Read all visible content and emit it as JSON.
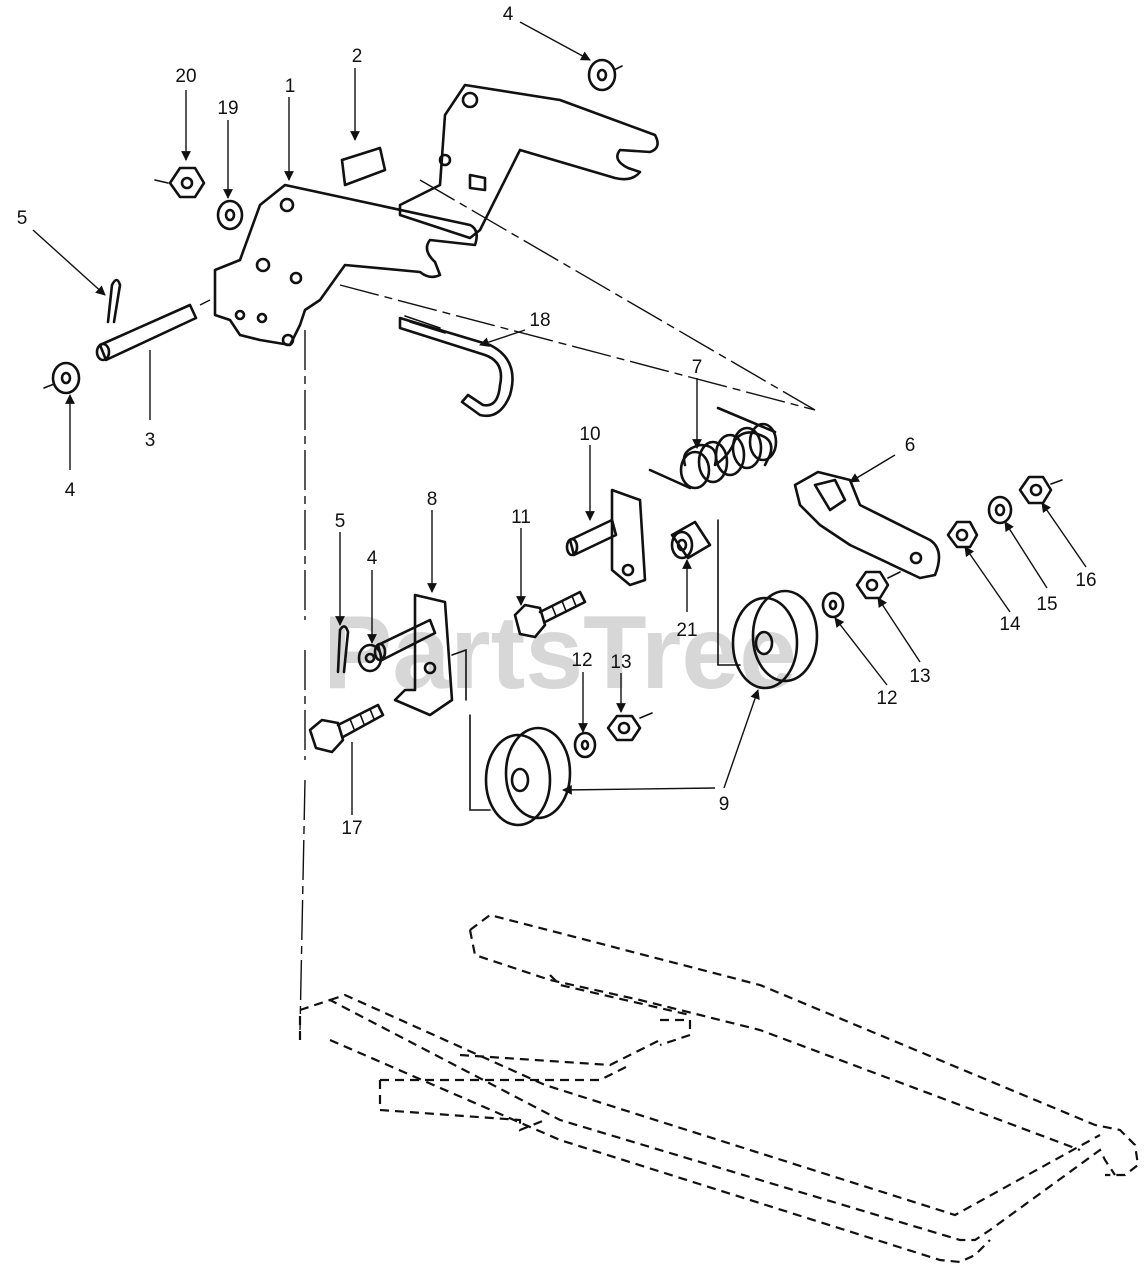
{
  "watermark": "PartsTree",
  "callouts": [
    {
      "id": "c4a",
      "text": "4"
    },
    {
      "id": "c2",
      "text": "2"
    },
    {
      "id": "c1",
      "text": "1"
    },
    {
      "id": "c20",
      "text": "20"
    },
    {
      "id": "c19",
      "text": "19"
    },
    {
      "id": "c5a",
      "text": "5"
    },
    {
      "id": "c3",
      "text": "3"
    },
    {
      "id": "c4b",
      "text": "4"
    },
    {
      "id": "c18",
      "text": "18"
    },
    {
      "id": "c7",
      "text": "7"
    },
    {
      "id": "c10",
      "text": "10"
    },
    {
      "id": "c6",
      "text": "6"
    },
    {
      "id": "c8",
      "text": "8"
    },
    {
      "id": "c5b",
      "text": "5"
    },
    {
      "id": "c4c",
      "text": "4"
    },
    {
      "id": "c11",
      "text": "11"
    },
    {
      "id": "c21",
      "text": "21"
    },
    {
      "id": "c13a",
      "text": "13"
    },
    {
      "id": "c12a",
      "text": "12"
    },
    {
      "id": "c17",
      "text": "17"
    },
    {
      "id": "c9",
      "text": "9"
    },
    {
      "id": "c12b",
      "text": "12"
    },
    {
      "id": "c13b",
      "text": "13"
    },
    {
      "id": "c14",
      "text": "14"
    },
    {
      "id": "c15",
      "text": "15"
    },
    {
      "id": "c16",
      "text": "16"
    }
  ]
}
